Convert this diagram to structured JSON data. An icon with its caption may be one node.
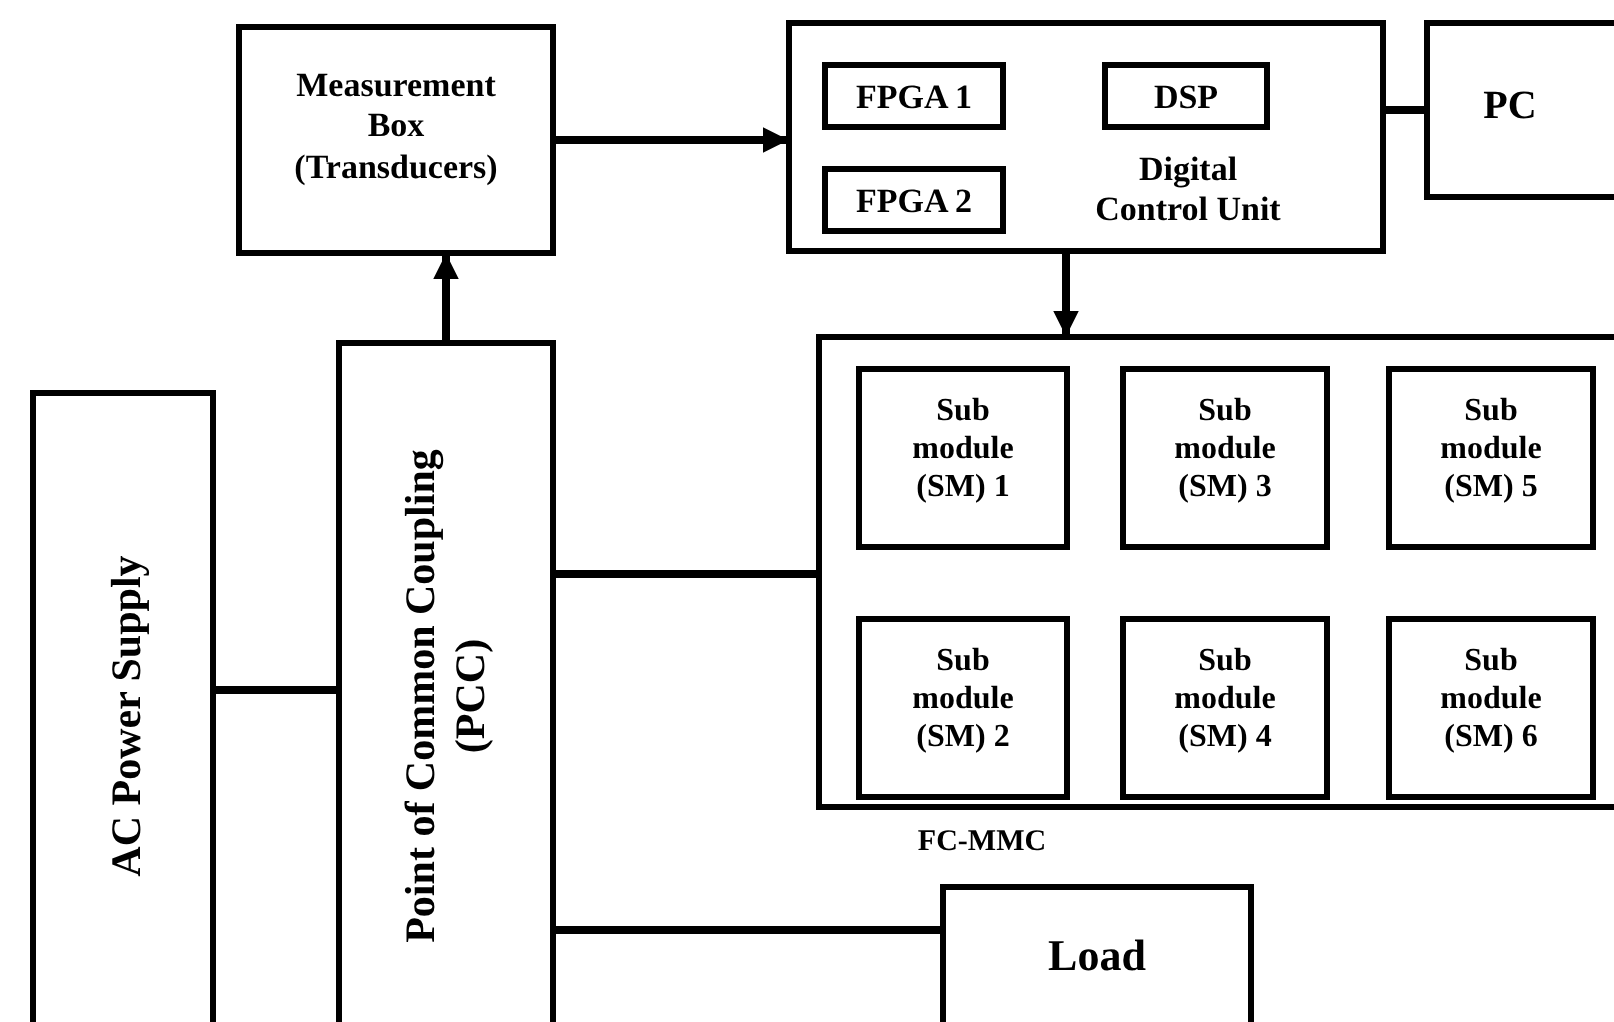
{
  "diagram": {
    "nodes": [
      {
        "text": [
          "Measurement Box (Transducers)"
        ]
      },
      {
        "text": [
          "Digital Control Unit"
        ]
      },
      {
        "text": [
          "FPGA 1"
        ],
        "in": 1
      },
      {
        "text": [
          "DSP"
        ],
        "in": 1
      },
      {
        "text": [
          "FPGA 2"
        ],
        "in": 1
      },
      {
        "text": [
          "PC"
        ]
      },
      {
        "text": [
          "FC-MMC"
        ]
      },
      {
        "text": [
          "Sub module (SM) 1"
        ],
        "in": 6
      },
      {
        "text": [
          "Sub module (SM) 3"
        ],
        "in": 6
      },
      {
        "text": [
          "Sub module (SM) 5"
        ],
        "in": 6
      },
      {
        "text": [
          "Sub module (SM) 2"
        ],
        "in": 6
      },
      {
        "text": [
          "Sub module (SM) 4"
        ],
        "in": 6
      },
      {
        "text": [
          "Sub module (SM) 6"
        ],
        "in": 6
      },
      {
        "text": [
          "AC Power Supply"
        ]
      },
      {
        "text": [
          "Point of Common Coupling (PCC)"
        ]
      },
      {
        "text": [
          "Load"
        ]
      }
    ],
    "edges": [
      {
        "from": 0,
        "to": 1,
        "arrow": "to"
      },
      {
        "from": 14,
        "to": 0,
        "arrow": "to"
      },
      {
        "from": 1,
        "to": 6,
        "arrow": "to"
      },
      {
        "from": 1,
        "to": 5,
        "arrow": "none"
      },
      {
        "from": 13,
        "to": 14,
        "arrow": "none"
      },
      {
        "from": 14,
        "to": 6,
        "arrow": "none"
      },
      {
        "from": 14,
        "to": 15,
        "arrow": "none"
      }
    ]
  }
}
